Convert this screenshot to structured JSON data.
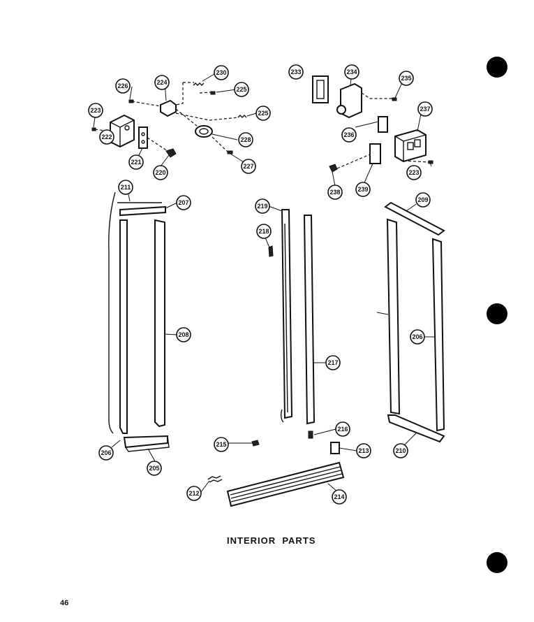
{
  "figure": {
    "caption": "INTERIOR  PARTS",
    "page_number": "46",
    "callouts": [
      "226",
      "224",
      "230",
      "223",
      "225",
      "225",
      "222",
      "221",
      "228",
      "220",
      "227",
      "233",
      "234",
      "235",
      "236",
      "237",
      "238",
      "239",
      "223",
      "211",
      "207",
      "219",
      "218",
      "209",
      "208",
      "205",
      "206",
      "217",
      "216",
      "215",
      "213",
      "210",
      "212",
      "214",
      "206"
    ]
  }
}
